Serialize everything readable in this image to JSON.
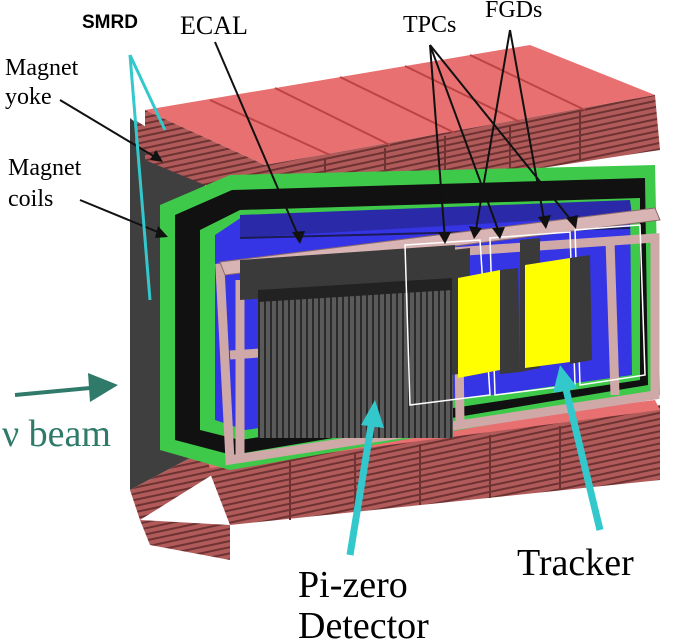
{
  "labels": {
    "smrd": "SMRD",
    "ecal": "ECAL",
    "tpcs": "TPCs",
    "fgds": "FGDs",
    "magnet_yoke_line1": "Magnet",
    "magnet_yoke_line2": "yoke",
    "magnet_coils_line1": "Magnet",
    "magnet_coils_line2": "coils",
    "beam": "ν beam",
    "tracker": "Tracker",
    "pizero_line1": "Pi-zero",
    "pizero_line2": "Detector"
  },
  "colors": {
    "yoke_top": "#e86f6f",
    "yoke_side": "#9c4d4d",
    "coil_green": "#3fc94a",
    "ecal_blue": "#3a3af0",
    "fgd_yellow": "#ffff00",
    "dark_gray": "#454545",
    "frame_pink": "#d9b4b4",
    "cyan_arrow": "#33c9cc",
    "beam_arrow": "#2f7a6a"
  }
}
